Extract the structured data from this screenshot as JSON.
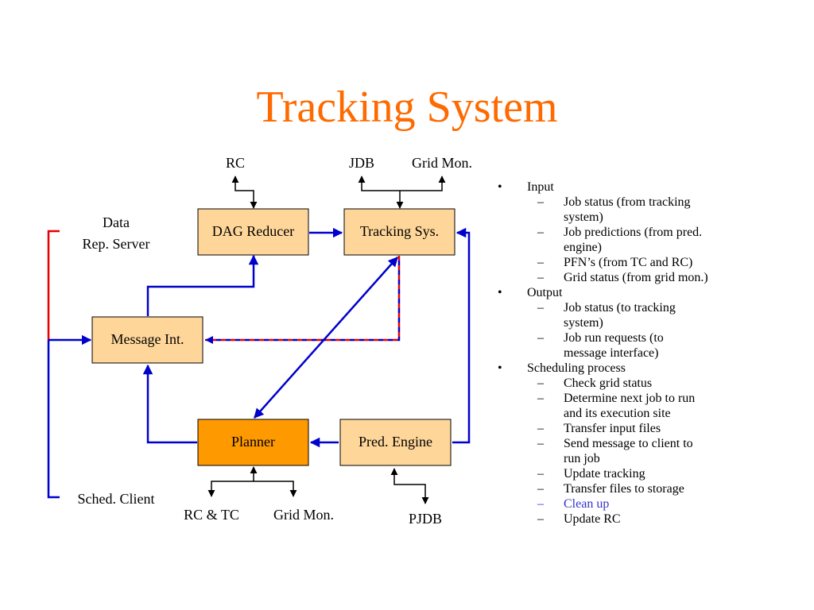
{
  "title": "Tracking System",
  "nodes": {
    "dag_reducer": "DAG Reducer",
    "tracking_sys": "Tracking Sys.",
    "message_int": "Message Int.",
    "planner": "Planner",
    "pred_engine": "Pred. Engine"
  },
  "external": {
    "rc": "RC",
    "jdb": "JDB",
    "grid_mon_top": "Grid Mon.",
    "data_line1": "Data",
    "data_line2": "Rep. Server",
    "sched_client": "Sched. Client",
    "rc_tc": "RC & TC",
    "grid_mon_bottom": "Grid Mon.",
    "pjdb": "PJDB"
  },
  "bullets": [
    {
      "label": "Input",
      "items": [
        {
          "lines": [
            "Job status (from tracking",
            "system)"
          ]
        },
        {
          "lines": [
            "Job predictions (from pred.",
            "engine)"
          ]
        },
        {
          "lines": [
            "PFN’s (from TC and RC)"
          ]
        },
        {
          "lines": [
            "Grid status (from grid mon.)"
          ]
        }
      ]
    },
    {
      "label": "Output",
      "items": [
        {
          "lines": [
            "Job status (to tracking",
            "system)"
          ]
        },
        {
          "lines": [
            "Job run requests (to",
            "message interface)"
          ]
        }
      ]
    },
    {
      "label": "Scheduling process",
      "items": [
        {
          "lines": [
            "Check grid status"
          ]
        },
        {
          "lines": [
            "Determine next job to run",
            "and its execution site"
          ]
        },
        {
          "lines": [
            "Transfer input files"
          ]
        },
        {
          "lines": [
            "Send message to client to",
            "run job"
          ]
        },
        {
          "lines": [
            "Update tracking"
          ]
        },
        {
          "lines": [
            "Transfer files to storage"
          ]
        },
        {
          "lines": [
            "Clean up"
          ],
          "highlight": true
        },
        {
          "lines": [
            "Update RC"
          ]
        }
      ]
    }
  ],
  "bullet_mark": "•",
  "dash_mark": "–",
  "colors": {
    "title": "#ff6a00",
    "box_fill": "#ffd699",
    "planner_fill": "#ff9900",
    "connector_blue": "#0000cc",
    "connector_red": "#e60000",
    "highlight_text": "#3333cc"
  }
}
